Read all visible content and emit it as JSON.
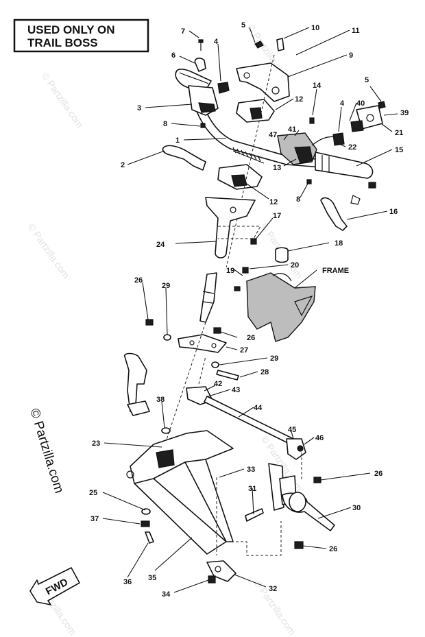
{
  "notice": {
    "line1": "USED ONLY ON",
    "line2": "TRAIL BOSS"
  },
  "labels": {
    "frame": "FRAME",
    "fwd": "FWD"
  },
  "callouts": [
    "7",
    "5",
    "10",
    "11",
    "6",
    "4",
    "9",
    "3",
    "12",
    "14",
    "5",
    "8",
    "4",
    "40",
    "39",
    "21",
    "1",
    "47",
    "41",
    "22",
    "15",
    "2",
    "13",
    "12",
    "8",
    "16",
    "24",
    "17",
    "18",
    "19",
    "20",
    "26",
    "29",
    "26",
    "27",
    "29",
    "28",
    "42",
    "43",
    "38",
    "44",
    "23",
    "45",
    "46",
    "33",
    "26",
    "25",
    "31",
    "30",
    "37",
    "26",
    "36",
    "35",
    "34",
    "32"
  ],
  "watermark": {
    "text": "© Partzilla.com"
  }
}
